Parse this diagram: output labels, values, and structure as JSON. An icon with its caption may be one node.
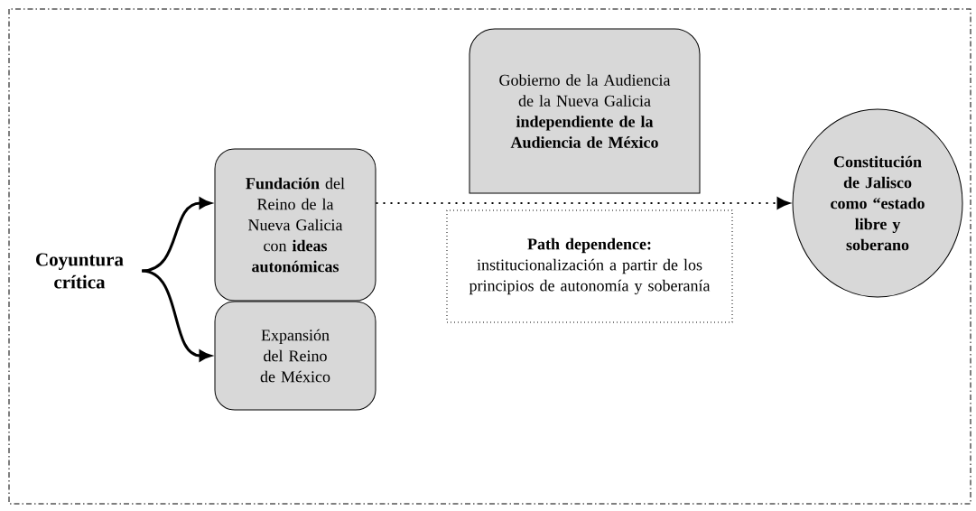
{
  "diagram": {
    "nodes": [
      {
        "text": [
          "Coyuntura crítica"
        ]
      },
      {
        "text": [
          "**Fundación** del Reino de la Nueva Galicia con **ideas autonómicas**"
        ]
      },
      {
        "text": [
          "Expansión del Reino de México"
        ]
      },
      {
        "text": [
          "Gobierno de la Audiencia de la Nueva Galicia **independiente de la Audiencia de México**"
        ]
      },
      {
        "text": [
          "Path dependence:",
          "institucionalización a partir de los principios de autonomía y soberanía"
        ]
      },
      {
        "text": [
          "Constitución de Jalisco como “estado libre y soberano"
        ]
      }
    ],
    "edges": [
      {
        "from": 0,
        "to": 1,
        "arrow": "to"
      },
      {
        "from": 0,
        "to": 2,
        "arrow": "to"
      },
      {
        "from": 1,
        "to": 5,
        "arrow": "to",
        "style": "dashed"
      }
    ]
  }
}
